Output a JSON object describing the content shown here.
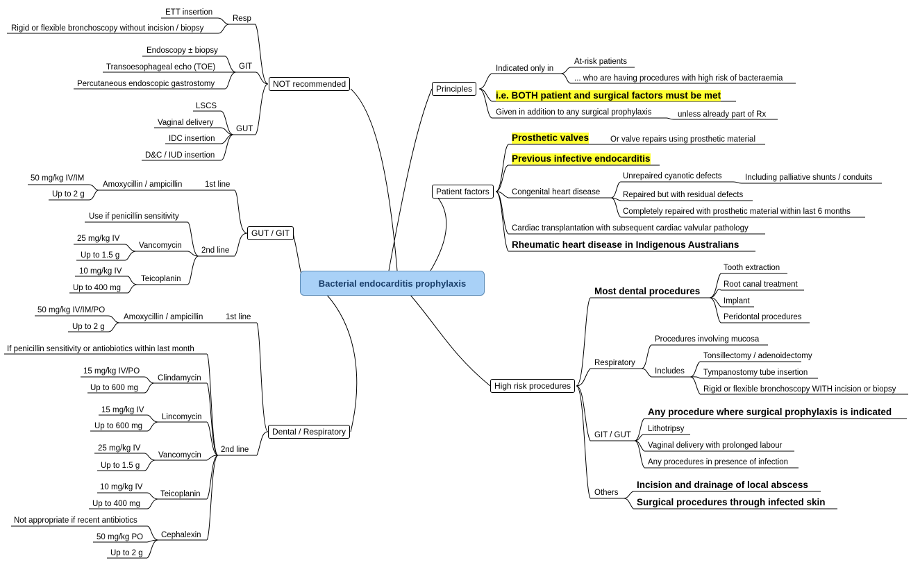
{
  "center": "Bacterial endocarditis prophylaxis",
  "not_recommended": {
    "label": "NOT recommended",
    "resp": {
      "label": "Resp",
      "items": [
        "ETT insertion",
        "Rigid or flexible bronchoscopy without incision / biopsy"
      ]
    },
    "git": {
      "label": "GIT",
      "items": [
        "Endoscopy ± biopsy",
        "Transoesophageal echo (TOE)",
        "Percutaneous endoscopic gastrostomy"
      ]
    },
    "gut": {
      "label": "GUT",
      "items": [
        "LSCS",
        "Vaginal delivery",
        "IDC insertion",
        "D&C / IUD insertion"
      ]
    }
  },
  "gut_git": {
    "label": "GUT / GIT",
    "first_line": {
      "label": "1st line",
      "drug": "Amoxycillin / ampicillin",
      "dose": "50 mg/kg IV/IM",
      "max": "Up to 2 g"
    },
    "second_line": {
      "label": "2nd line",
      "note": "Use if penicillin sensitivity",
      "vanc": {
        "label": "Vancomycin",
        "dose": "25 mg/kg IV",
        "max": "Up to 1.5 g"
      },
      "teic": {
        "label": "Teicoplanin",
        "dose": "10 mg/kg IV",
        "max": "Up to 400 mg"
      }
    }
  },
  "dental_resp": {
    "label": "Dental / Respiratory",
    "first_line": {
      "label": "1st line",
      "drug": "Amoxycillin / ampicillin",
      "dose": "50 mg/kg IV/IM/PO",
      "max": "Up to 2 g"
    },
    "second_line": {
      "label": "2nd line",
      "note": "If penicillin sensitivity or antiobiotics within last month",
      "clinda": {
        "label": "Clindamycin",
        "dose": "15 mg/kg IV/PO",
        "max": "Up to 600 mg"
      },
      "linco": {
        "label": "Lincomycin",
        "dose": "15 mg/kg IV",
        "max": "Up to 600 mg"
      },
      "vanc": {
        "label": "Vancomycin",
        "dose": "25 mg/kg IV",
        "max": "Up to 1.5 g"
      },
      "teic": {
        "label": "Teicoplanin",
        "dose": "10 mg/kg IV",
        "max": "Up to 400 mg"
      },
      "ceph": {
        "label": "Cephalexin",
        "note": "Not appropriate if recent antibiotics",
        "dose": "50 mg/kg PO",
        "max": "Up to 2 g"
      }
    }
  },
  "principles": {
    "label": "Principles",
    "indicated": "Indicated only in",
    "at_risk": "At-risk patients",
    "high_risk": "... who are having procedures with high risk of bacteraemia",
    "both": "i.e. BOTH patient and surgical factors must be met",
    "given": "Given in addition to any surgical prophylaxis",
    "unless": "unless already part of Rx"
  },
  "patient_factors": {
    "label": "Patient factors",
    "prosthetic": "Prosthetic valves",
    "or_valve": "Or valve repairs using prosthetic material",
    "previous": "Previous infective endocarditis",
    "chd": "Congenital heart disease",
    "unrepaired": "Unrepaired cyanotic defects",
    "palliative": "Including palliative shunts / conduits",
    "repaired": "Repaired but with residual defects",
    "complete": "Completely repaired with prosthetic material within last 6 months",
    "cardiac_tx": "Cardiac transplantation with subsequent cardiac valvular pathology",
    "rheumatic": "Rheumatic heart disease in Indigenous Australians"
  },
  "high_risk": {
    "label": "High risk procedures",
    "dental": {
      "label": "Most dental procedures",
      "items": [
        "Tooth extraction",
        "Root canal treatment",
        "Implant",
        "Peridontal procedures"
      ]
    },
    "resp": {
      "label": "Respiratory",
      "mucosa": "Procedures involving mucosa",
      "includes": "Includes",
      "items": [
        "Tonsillectomy / adenoidectomy",
        "Tympanostomy tube insertion",
        "Rigid or flexible bronchoscopy WITH incision or biopsy"
      ]
    },
    "gitgut": {
      "label": "GIT / GUT",
      "any": "Any procedure where surgical prophylaxis is indicated",
      "items": [
        "Lithotripsy",
        "Vaginal delivery with prolonged labour",
        "Any procedures in presence of infection"
      ]
    },
    "others": {
      "label": "Others",
      "items": [
        "Incision and drainage of local abscess",
        "Surgical procedures through infected skin"
      ]
    }
  }
}
